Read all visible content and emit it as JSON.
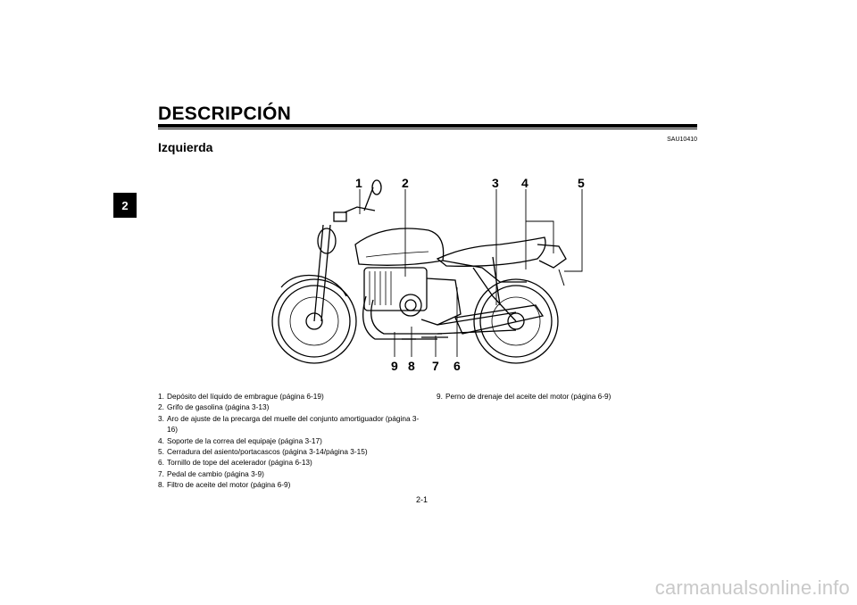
{
  "chapter_tab": "2",
  "title": "DESCRIPCIÓN",
  "section": "Izquierda",
  "ref_code": "SAU10410",
  "callouts": [
    "1",
    "2",
    "3",
    "4",
    "5",
    "9",
    "8",
    "7",
    "6"
  ],
  "list_left": [
    {
      "num": "1.",
      "text": "Depósito del líquido de embrague (página 6-19)"
    },
    {
      "num": "2.",
      "text": "Grifo de gasolina (página 3-13)"
    },
    {
      "num": "3.",
      "text": "Aro de ajuste de la precarga del muelle del conjunto amortiguador (página 3-16)"
    },
    {
      "num": "4.",
      "text": "Soporte de la correa del equipaje (página 3-17)"
    },
    {
      "num": "5.",
      "text": "Cerradura del asiento/portacascos (página 3-14/página 3-15)"
    },
    {
      "num": "6.",
      "text": "Tornillo de tope del acelerador (página 6-13)"
    },
    {
      "num": "7.",
      "text": "Pedal de cambio (página 3-9)"
    },
    {
      "num": "8.",
      "text": "Filtro de aceite del motor (página 6-9)"
    }
  ],
  "list_right": [
    {
      "num": "9.",
      "text": "Perno de drenaje del aceite del motor (página 6-9)"
    }
  ],
  "page_number": "2-1",
  "watermark": "carmanualsonline.info"
}
